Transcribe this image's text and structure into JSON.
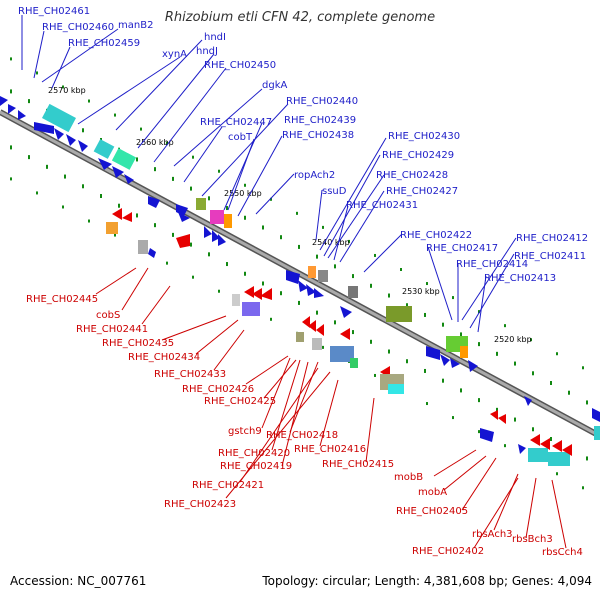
{
  "title": "Rhizobium etli CFN 42, complete genome",
  "footer": {
    "accession": "Accession: NC_007761",
    "summary": "Topology: circular; Length: 4,381,608 bp; Genes: 4,094"
  },
  "ticks": [
    "2570 kbp",
    "2560 kbp",
    "2550 kbp",
    "2540 kbp",
    "2530 kbp",
    "2520 kbp"
  ],
  "labels_top": [
    "RHE_CH02461",
    "RHE_CH02460",
    "manB2",
    "RHE_CH02459",
    "xynA",
    "hndI",
    "hndJ",
    "RHE_CH02450",
    "dgkA",
    "RHE_CH02440",
    "RHE_CH02447",
    "RHE_CH02439",
    "cobT",
    "RHE_CH02438",
    "RHE_CH02430",
    "RHE_CH02429",
    "ropAch2",
    "RHE_CH02428",
    "ssuD",
    "RHE_CH02427",
    "RHE_CH02431",
    "RHE_CH02422",
    "RHE_CH02412",
    "RHE_CH02417",
    "RHE_CH02411",
    "RHE_CH02414",
    "RHE_CH02413"
  ],
  "labels_bottom": [
    "RHE_CH02445",
    "cobS",
    "RHE_CH02441",
    "RHE_CH02435",
    "RHE_CH02434",
    "RHE_CH02433",
    "RHE_CH02426",
    "RHE_CH02425",
    "gstch9",
    "RHE_CH02418",
    "RHE_CH02420",
    "RHE_CH02416",
    "RHE_CH02419",
    "RHE_CH02415",
    "RHE_CH02421",
    "RHE_CH02423",
    "mobB",
    "mobA",
    "RHE_CH02405",
    "rbsAch3",
    "RHE_CH02402",
    "rbsBch3",
    "rbsCch4"
  ],
  "colors": {
    "forward": "#1414d2",
    "reverse": "#e60000",
    "backbone": "#8a8a8a",
    "tick": "#118811",
    "label_blue": "#1e1ec8",
    "label_red": "#cc0000"
  }
}
